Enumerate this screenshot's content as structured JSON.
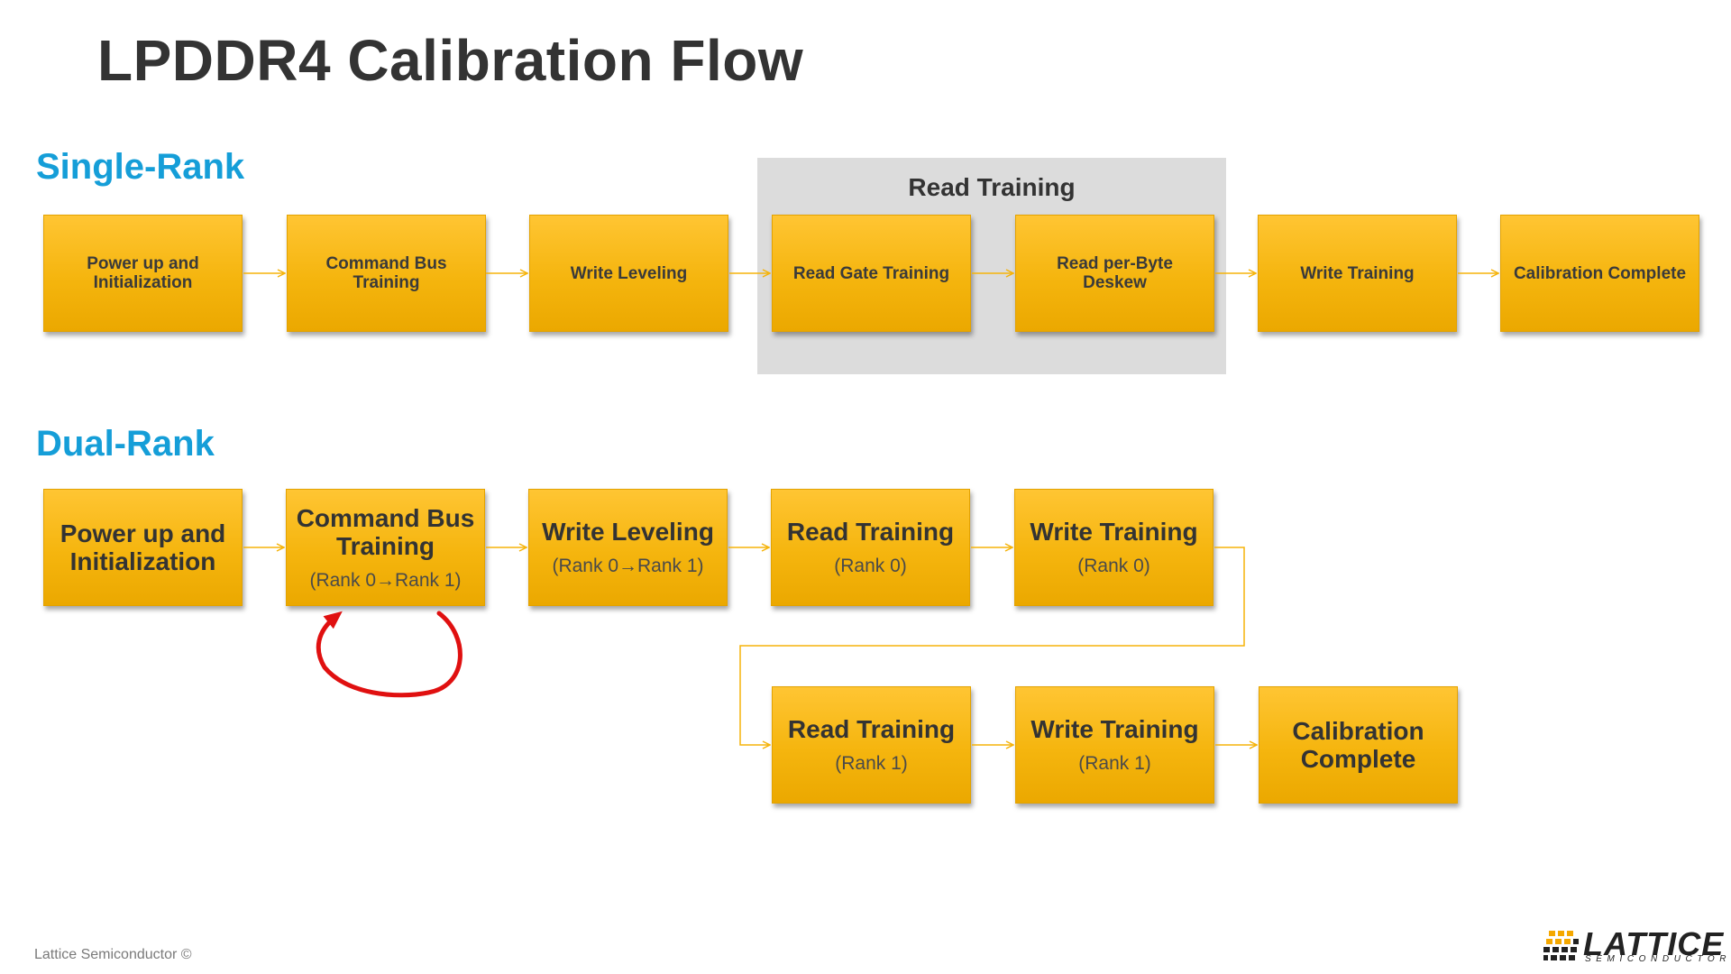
{
  "title": "LPDDR4 Calibration Flow",
  "single_rank": {
    "label": "Single-Rank",
    "group_label": "Read Training",
    "steps": [
      "Power up and Initialization",
      "Command Bus Training",
      "Write Leveling",
      "Read Gate Training",
      "Read per-Byte Deskew",
      "Write Training",
      "Calibration Complete"
    ]
  },
  "dual_rank": {
    "label": "Dual-Rank",
    "steps": [
      {
        "title": "Power up and Initialization",
        "sub": ""
      },
      {
        "title": "Command Bus Training",
        "sub": "(Rank 0→Rank 1)"
      },
      {
        "title": "Write Leveling",
        "sub": "(Rank 0→Rank 1)"
      },
      {
        "title": "Read Training",
        "sub": "(Rank 0)"
      },
      {
        "title": "Write Training",
        "sub": "(Rank 0)"
      },
      {
        "title": "Read Training",
        "sub": "(Rank 1)"
      },
      {
        "title": "Write Training",
        "sub": "(Rank 1)"
      },
      {
        "title": "Calibration Complete",
        "sub": ""
      }
    ]
  },
  "colors": {
    "box_fill": "#f5b50e",
    "connector": "#f5b30a",
    "section_label": "#159ed8",
    "loop_arrow": "#e01010",
    "group_background": "#dcdcdc"
  },
  "footer": "Lattice Semiconductor ©",
  "logo": {
    "word": "LATTICE",
    "tagline": "SEMICONDUCTOR."
  }
}
